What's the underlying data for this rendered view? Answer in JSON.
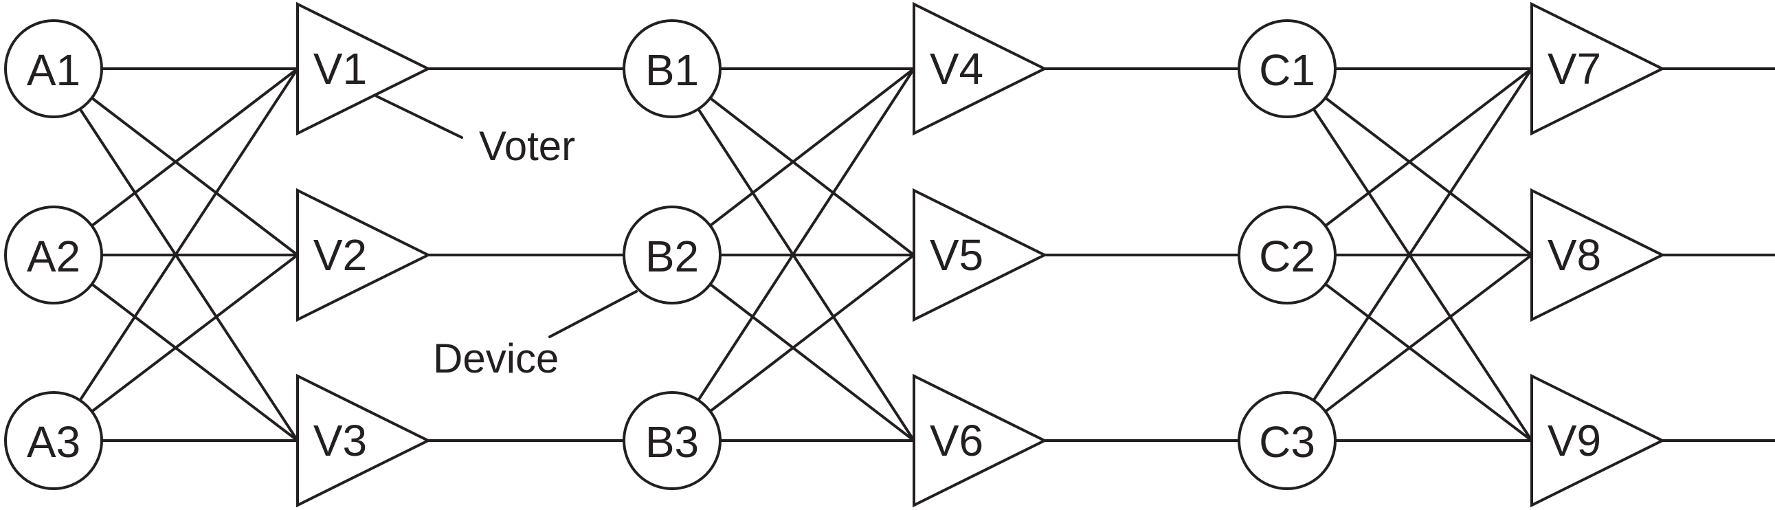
{
  "colors": {
    "stroke": "#231f20",
    "background": "#ffffff"
  },
  "devices": [
    {
      "id": "A1",
      "label": "A1"
    },
    {
      "id": "A2",
      "label": "A2"
    },
    {
      "id": "A3",
      "label": "A3"
    },
    {
      "id": "B1",
      "label": "B1"
    },
    {
      "id": "B2",
      "label": "B2"
    },
    {
      "id": "B3",
      "label": "B3"
    },
    {
      "id": "C1",
      "label": "C1"
    },
    {
      "id": "C2",
      "label": "C2"
    },
    {
      "id": "C3",
      "label": "C3"
    }
  ],
  "voters": [
    {
      "id": "V1",
      "label": "V1"
    },
    {
      "id": "V2",
      "label": "V2"
    },
    {
      "id": "V3",
      "label": "V3"
    },
    {
      "id": "V4",
      "label": "V4"
    },
    {
      "id": "V5",
      "label": "V5"
    },
    {
      "id": "V6",
      "label": "V6"
    },
    {
      "id": "V7",
      "label": "V7"
    },
    {
      "id": "V8",
      "label": "V8"
    },
    {
      "id": "V9",
      "label": "V9"
    }
  ],
  "edges": [
    [
      "A1",
      "V1"
    ],
    [
      "A1",
      "V2"
    ],
    [
      "A1",
      "V3"
    ],
    [
      "A2",
      "V1"
    ],
    [
      "A2",
      "V2"
    ],
    [
      "A2",
      "V3"
    ],
    [
      "A3",
      "V1"
    ],
    [
      "A3",
      "V2"
    ],
    [
      "A3",
      "V3"
    ],
    [
      "V1",
      "B1"
    ],
    [
      "V2",
      "B2"
    ],
    [
      "V3",
      "B3"
    ],
    [
      "B1",
      "V4"
    ],
    [
      "B1",
      "V5"
    ],
    [
      "B1",
      "V6"
    ],
    [
      "B2",
      "V4"
    ],
    [
      "B2",
      "V5"
    ],
    [
      "B2",
      "V6"
    ],
    [
      "B3",
      "V4"
    ],
    [
      "B3",
      "V5"
    ],
    [
      "B3",
      "V6"
    ],
    [
      "V4",
      "C1"
    ],
    [
      "V5",
      "C2"
    ],
    [
      "V6",
      "C3"
    ],
    [
      "C1",
      "V7"
    ],
    [
      "C1",
      "V8"
    ],
    [
      "C1",
      "V9"
    ],
    [
      "C2",
      "V7"
    ],
    [
      "C2",
      "V8"
    ],
    [
      "C2",
      "V9"
    ],
    [
      "C3",
      "V7"
    ],
    [
      "C3",
      "V8"
    ],
    [
      "C3",
      "V9"
    ]
  ],
  "outputs": [
    "V7",
    "V8",
    "V9"
  ],
  "annotations": {
    "voter": {
      "text": "Voter",
      "target": "V1"
    },
    "device": {
      "text": "Device",
      "target": "B2"
    }
  }
}
